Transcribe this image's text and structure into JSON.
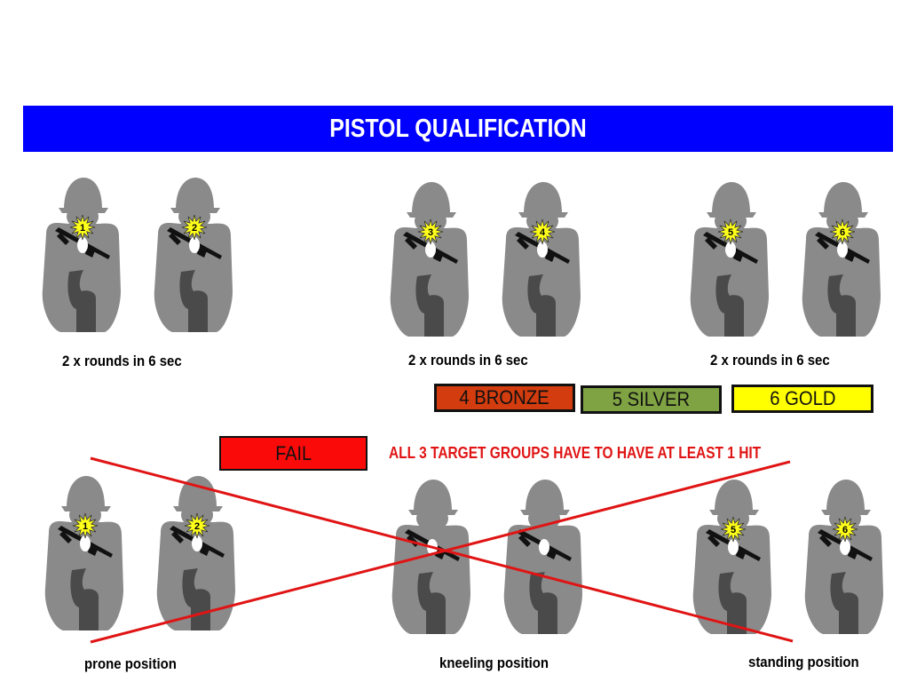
{
  "title": "PISTOL QUALIFICATION",
  "colors": {
    "banner": "#0000ff",
    "bronze": "#d23c0e",
    "silver": "#7fa242",
    "gold": "#ffff00",
    "fail": "#fb0a0a",
    "rule_text": "#e01414",
    "cross_line": "#e01414",
    "figure": "#8a8a8a",
    "figure_dark": "#4a4a4a"
  },
  "top_row": {
    "targets": [
      {
        "hit": "1"
      },
      {
        "hit": "2"
      },
      {
        "hit": "3"
      },
      {
        "hit": "4"
      },
      {
        "hit": "5"
      },
      {
        "hit": "6"
      }
    ],
    "captions": [
      "2 x rounds in 6 sec",
      "2 x rounds in 6 sec",
      "2 x rounds in 6 sec"
    ]
  },
  "medals": [
    {
      "label": "4 BRONZE"
    },
    {
      "label": "5 SILVER"
    },
    {
      "label": "6 GOLD"
    }
  ],
  "fail_label": "FAIL",
  "rule_text": "ALL 3 TARGET GROUPS HAVE TO HAVE AT LEAST 1 HIT",
  "bottom_row": {
    "targets": [
      {
        "hit": "1"
      },
      {
        "hit": "2"
      },
      {
        "hit": ""
      },
      {
        "hit": ""
      },
      {
        "hit": "5"
      },
      {
        "hit": "6"
      }
    ],
    "captions": [
      "prone position",
      "kneeling position",
      "standing position"
    ]
  }
}
